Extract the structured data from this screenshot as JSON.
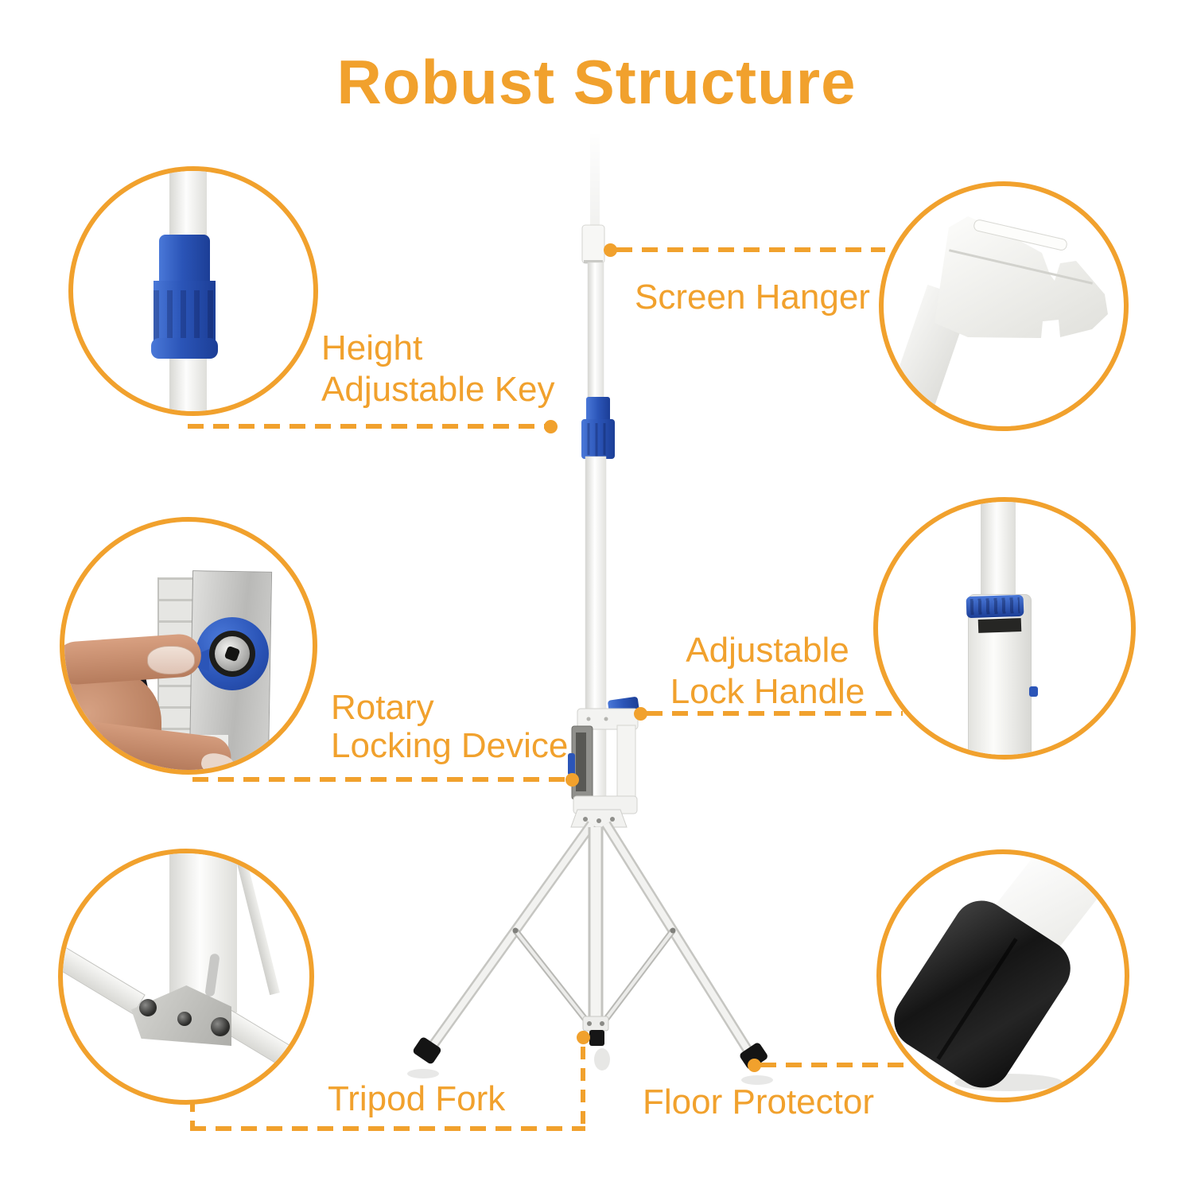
{
  "title": "Robust Structure",
  "labels": {
    "screen_hanger": "Screen Hanger",
    "height_line1": "Height",
    "height_line2": "Adjustable Key",
    "rotary_line1": "Rotary",
    "rotary_line2": "Locking Device",
    "lock_line1": "Adjustable",
    "lock_line2": "Lock Handle",
    "tripod_fork": "Tripod Fork",
    "floor_protector": "Floor Protector"
  },
  "colors": {
    "accent": "#F1A12D",
    "blue": "#2B55B8",
    "blue-light": "#4A78D8",
    "blue-dark": "#1C3E96",
    "foot-black": "#161616",
    "skin": "#C9906F",
    "metal": "#C2C2BE"
  }
}
